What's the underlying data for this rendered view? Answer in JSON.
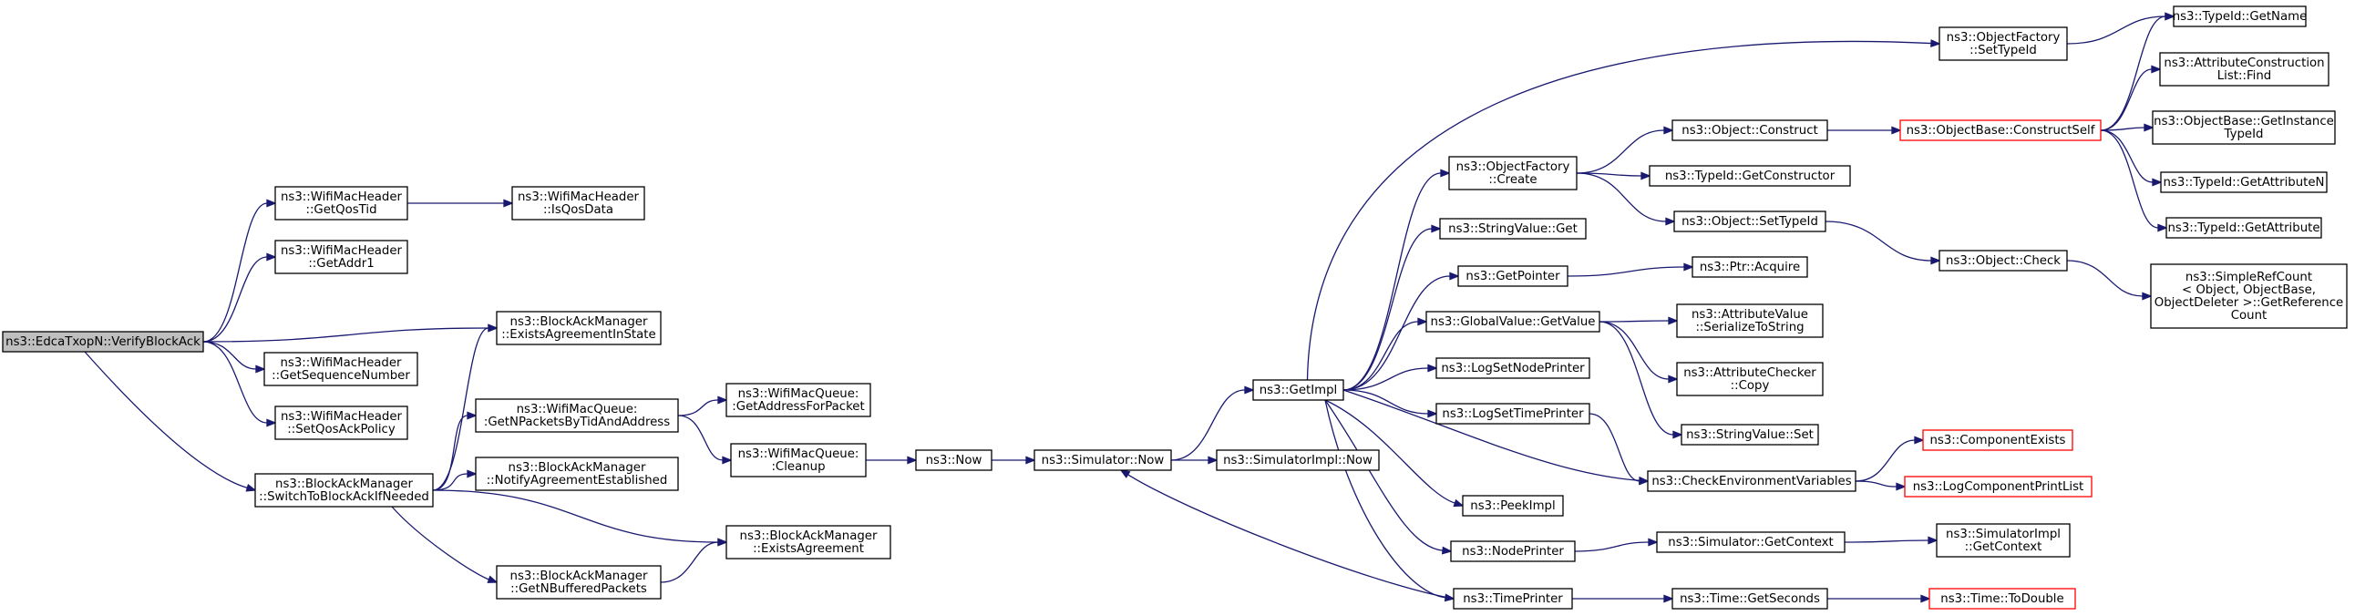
{
  "diagram": {
    "colors": {
      "edge": "#191970",
      "root_fill": "#bfbfbf",
      "node_border": "#000000",
      "missing_border": "#ff0000"
    },
    "nodes": [
      {
        "id": "root",
        "lines": [
          "ns3::EdcaTxopN::VerifyBlockAck"
        ],
        "style": "root"
      },
      {
        "id": "getQosTid",
        "lines": [
          "ns3::WifiMacHeader",
          "::GetQosTid"
        ]
      },
      {
        "id": "isQosData",
        "lines": [
          "ns3::WifiMacHeader",
          "::IsQosData"
        ]
      },
      {
        "id": "getAddr1",
        "lines": [
          "ns3::WifiMacHeader",
          "::GetAddr1"
        ]
      },
      {
        "id": "existsAgreementInState",
        "lines": [
          "ns3::BlockAckManager",
          "::ExistsAgreementInState"
        ]
      },
      {
        "id": "getSequenceNumber",
        "lines": [
          "ns3::WifiMacHeader",
          "::GetSequenceNumber"
        ]
      },
      {
        "id": "setQosAckPolicy",
        "lines": [
          "ns3::WifiMacHeader",
          "::SetQosAckPolicy"
        ]
      },
      {
        "id": "switchToBlockAck",
        "lines": [
          "ns3::BlockAckManager",
          "::SwitchToBlockAckIfNeeded"
        ]
      },
      {
        "id": "getNPacketsByTid",
        "lines": [
          "ns3::WifiMacQueue:",
          ":GetNPacketsByTidAndAddress"
        ]
      },
      {
        "id": "notifyAgreement",
        "lines": [
          "ns3::BlockAckManager",
          "::NotifyAgreementEstablished"
        ]
      },
      {
        "id": "getNBuffered",
        "lines": [
          "ns3::BlockAckManager",
          "::GetNBufferedPackets"
        ]
      },
      {
        "id": "existsAgreement",
        "lines": [
          "ns3::BlockAckManager",
          "::ExistsAgreement"
        ]
      },
      {
        "id": "getAddressForPacket",
        "lines": [
          "ns3::WifiMacQueue:",
          ":GetAddressForPacket"
        ]
      },
      {
        "id": "cleanup",
        "lines": [
          "ns3::WifiMacQueue:",
          ":Cleanup"
        ]
      },
      {
        "id": "now",
        "lines": [
          "ns3::Now"
        ]
      },
      {
        "id": "simNow",
        "lines": [
          "ns3::Simulator::Now"
        ]
      },
      {
        "id": "simImplNow",
        "lines": [
          "ns3::SimulatorImpl::Now"
        ]
      },
      {
        "id": "getImpl",
        "lines": [
          "ns3::GetImpl"
        ]
      },
      {
        "id": "ofCreate",
        "lines": [
          "ns3::ObjectFactory",
          "::Create"
        ]
      },
      {
        "id": "stringGet",
        "lines": [
          "ns3::StringValue::Get"
        ]
      },
      {
        "id": "getPointer",
        "lines": [
          "ns3::GetPointer"
        ]
      },
      {
        "id": "gvGetValue",
        "lines": [
          "ns3::GlobalValue::GetValue"
        ]
      },
      {
        "id": "logSetNodePrinter",
        "lines": [
          "ns3::LogSetNodePrinter"
        ]
      },
      {
        "id": "logSetTimePrinter",
        "lines": [
          "ns3::LogSetTimePrinter"
        ]
      },
      {
        "id": "peekImpl",
        "lines": [
          "ns3::PeekImpl"
        ]
      },
      {
        "id": "nodePrinter",
        "lines": [
          "ns3::NodePrinter"
        ]
      },
      {
        "id": "timePrinter",
        "lines": [
          "ns3::TimePrinter"
        ]
      },
      {
        "id": "ofSetTypeId",
        "lines": [
          "ns3::ObjectFactory",
          "::SetTypeId"
        ]
      },
      {
        "id": "objConstruct",
        "lines": [
          "ns3::Object::Construct"
        ]
      },
      {
        "id": "tidGetConstructor",
        "lines": [
          "ns3::TypeId::GetConstructor"
        ]
      },
      {
        "id": "objSetTypeId",
        "lines": [
          "ns3::Object::SetTypeId"
        ]
      },
      {
        "id": "ptrAcquire",
        "lines": [
          "ns3::Ptr::Acquire"
        ]
      },
      {
        "id": "avSerialize",
        "lines": [
          "ns3::AttributeValue",
          "::SerializeToString"
        ]
      },
      {
        "id": "acCopy",
        "lines": [
          "ns3::AttributeChecker",
          "::Copy"
        ]
      },
      {
        "id": "stringSet",
        "lines": [
          "ns3::StringValue::Set"
        ]
      },
      {
        "id": "checkEnv",
        "lines": [
          "ns3::CheckEnvironmentVariables"
        ]
      },
      {
        "id": "simGetContext",
        "lines": [
          "ns3::Simulator::GetContext"
        ]
      },
      {
        "id": "timeGetSeconds",
        "lines": [
          "ns3::Time::GetSeconds"
        ]
      },
      {
        "id": "obConstructSelf",
        "lines": [
          "ns3::ObjectBase::ConstructSelf"
        ],
        "style": "red"
      },
      {
        "id": "objCheck",
        "lines": [
          "ns3::Object::Check"
        ]
      },
      {
        "id": "componentExists",
        "lines": [
          "ns3::ComponentExists"
        ],
        "style": "red"
      },
      {
        "id": "logComponentPrintList",
        "lines": [
          "ns3::LogComponentPrintList"
        ],
        "style": "red"
      },
      {
        "id": "simImplGetContext",
        "lines": [
          "ns3::SimulatorImpl",
          "::GetContext"
        ]
      },
      {
        "id": "timeToDouble",
        "lines": [
          "ns3::Time::ToDouble"
        ],
        "style": "red"
      },
      {
        "id": "tidGetName",
        "lines": [
          "ns3::TypeId::GetName"
        ]
      },
      {
        "id": "acListFind",
        "lines": [
          "ns3::AttributeConstruction",
          "List::Find"
        ]
      },
      {
        "id": "obGetInstanceTypeId",
        "lines": [
          "ns3::ObjectBase::GetInstance",
          "TypeId"
        ]
      },
      {
        "id": "tidGetAttributeN",
        "lines": [
          "ns3::TypeId::GetAttributeN"
        ]
      },
      {
        "id": "tidGetAttribute",
        "lines": [
          "ns3::TypeId::GetAttribute"
        ]
      },
      {
        "id": "simpleRefCount",
        "lines": [
          "ns3::SimpleRefCount",
          "< Object, ObjectBase,",
          "ObjectDeleter >::GetReference",
          "Count"
        ]
      }
    ],
    "edges": [
      [
        "root",
        "getQosTid"
      ],
      [
        "root",
        "getAddr1"
      ],
      [
        "root",
        "existsAgreementInState"
      ],
      [
        "root",
        "getSequenceNumber"
      ],
      [
        "root",
        "setQosAckPolicy"
      ],
      [
        "root",
        "switchToBlockAck"
      ],
      [
        "getQosTid",
        "isQosData"
      ],
      [
        "switchToBlockAck",
        "existsAgreementInState"
      ],
      [
        "switchToBlockAck",
        "getNPacketsByTid"
      ],
      [
        "switchToBlockAck",
        "notifyAgreement"
      ],
      [
        "switchToBlockAck",
        "existsAgreement"
      ],
      [
        "switchToBlockAck",
        "getNBuffered"
      ],
      [
        "getNBuffered",
        "existsAgreement"
      ],
      [
        "getNPacketsByTid",
        "getAddressForPacket"
      ],
      [
        "getNPacketsByTid",
        "cleanup"
      ],
      [
        "cleanup",
        "now"
      ],
      [
        "now",
        "simNow"
      ],
      [
        "simNow",
        "getImpl"
      ],
      [
        "simNow",
        "simImplNow"
      ],
      [
        "getImpl",
        "ofSetTypeId"
      ],
      [
        "getImpl",
        "ofCreate"
      ],
      [
        "getImpl",
        "stringGet"
      ],
      [
        "getImpl",
        "getPointer"
      ],
      [
        "getImpl",
        "gvGetValue"
      ],
      [
        "getImpl",
        "logSetNodePrinter"
      ],
      [
        "getImpl",
        "logSetTimePrinter"
      ],
      [
        "getImpl",
        "peekImpl"
      ],
      [
        "getImpl",
        "nodePrinter"
      ],
      [
        "getImpl",
        "timePrinter"
      ],
      [
        "getImpl",
        "checkEnv"
      ],
      [
        "timePrinter",
        "simNow"
      ],
      [
        "ofCreate",
        "objConstruct"
      ],
      [
        "ofCreate",
        "tidGetConstructor"
      ],
      [
        "ofCreate",
        "objSetTypeId"
      ],
      [
        "getPointer",
        "ptrAcquire"
      ],
      [
        "gvGetValue",
        "avSerialize"
      ],
      [
        "gvGetValue",
        "acCopy"
      ],
      [
        "gvGetValue",
        "stringSet"
      ],
      [
        "logSetTimePrinter",
        "checkEnv"
      ],
      [
        "nodePrinter",
        "simGetContext"
      ],
      [
        "timePrinter",
        "timeGetSeconds"
      ],
      [
        "ofSetTypeId",
        "tidGetName"
      ],
      [
        "objConstruct",
        "obConstructSelf"
      ],
      [
        "objSetTypeId",
        "objCheck"
      ],
      [
        "checkEnv",
        "componentExists"
      ],
      [
        "checkEnv",
        "logComponentPrintList"
      ],
      [
        "simGetContext",
        "simImplGetContext"
      ],
      [
        "timeGetSeconds",
        "timeToDouble"
      ],
      [
        "obConstructSelf",
        "tidGetName"
      ],
      [
        "obConstructSelf",
        "acListFind"
      ],
      [
        "obConstructSelf",
        "obGetInstanceTypeId"
      ],
      [
        "obConstructSelf",
        "tidGetAttributeN"
      ],
      [
        "obConstructSelf",
        "tidGetAttribute"
      ],
      [
        "objCheck",
        "simpleRefCount"
      ]
    ]
  }
}
